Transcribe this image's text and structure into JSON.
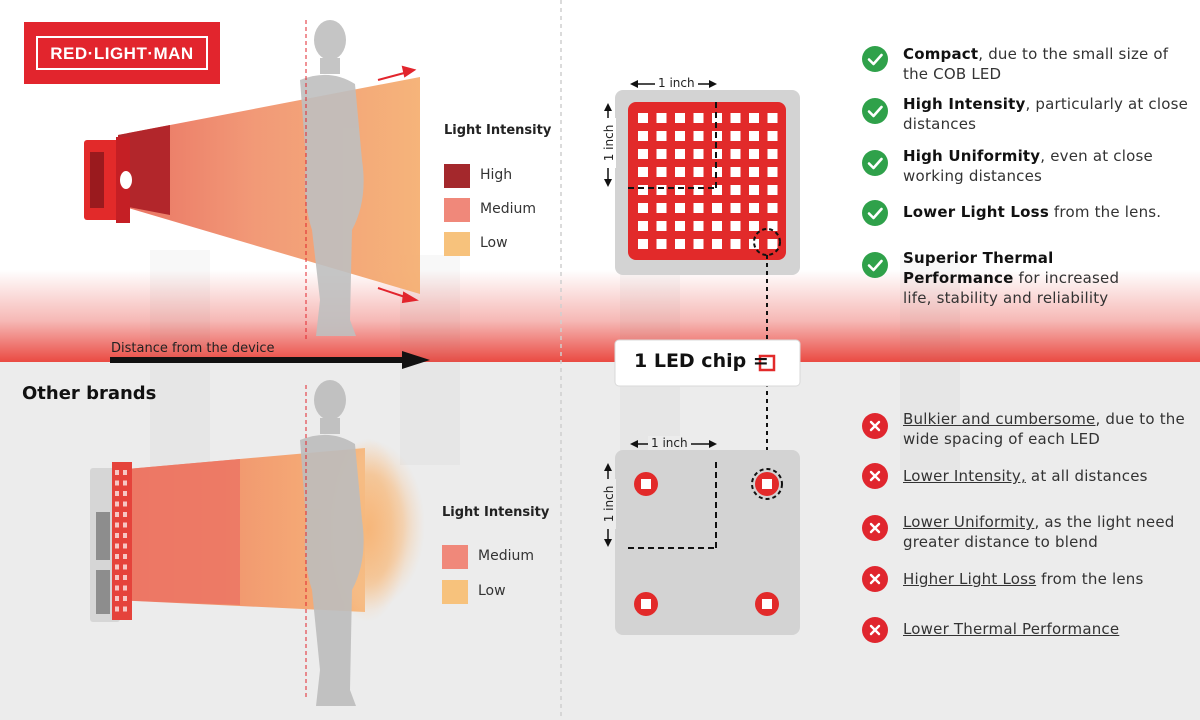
{
  "brand": {
    "logo_text": "RED·LIGHT·MAN",
    "color": "#e2252d"
  },
  "top": {
    "legend": {
      "title": "Light Intensity",
      "items": [
        {
          "label": "High",
          "color": "#a4282c"
        },
        {
          "label": "Medium",
          "color": "#f0887a"
        },
        {
          "label": "Low",
          "color": "#f7c27c"
        }
      ]
    },
    "dimension_labels": {
      "horizontal": "1 inch",
      "vertical": "1 inch"
    },
    "features": [
      {
        "bold": "Compact",
        "rest": ", due to the small size of the COB LED"
      },
      {
        "bold": "High Intensity",
        "rest": ", particularly at close distances"
      },
      {
        "bold": "High Uniformity",
        "rest": ", even at close working distances"
      },
      {
        "bold": "Lower Light Loss",
        "rest": " from the lens."
      },
      {
        "bold": "Superior Thermal Performance",
        "rest": " for increased life, stability and reliability"
      }
    ]
  },
  "distance_label": "Distance from the device",
  "chip_callout": "1 LED chip =",
  "bottom": {
    "section_title": "Other brands",
    "legend": {
      "title": "Light Intensity",
      "items": [
        {
          "label": "Medium",
          "color": "#f0887a"
        },
        {
          "label": "Low",
          "color": "#f7c27c"
        }
      ]
    },
    "dimension_labels": {
      "horizontal": "1 inch",
      "vertical": "1 inch"
    },
    "features": [
      {
        "underlined": "Bulkier and cumbersome",
        "rest": ", due to the wide spacing of each LED"
      },
      {
        "underlined": "Lower Intensity,",
        "rest": " at all distances"
      },
      {
        "underlined": "Lower Uniformity",
        "rest": ", as the light need greater distance to blend"
      },
      {
        "underlined": "Higher Light Loss",
        "rest": " from the lens"
      },
      {
        "underlined": "Lower Thermal Performance",
        "rest": ""
      }
    ]
  },
  "icons": {
    "check": "check-icon",
    "cross": "cross-icon"
  }
}
